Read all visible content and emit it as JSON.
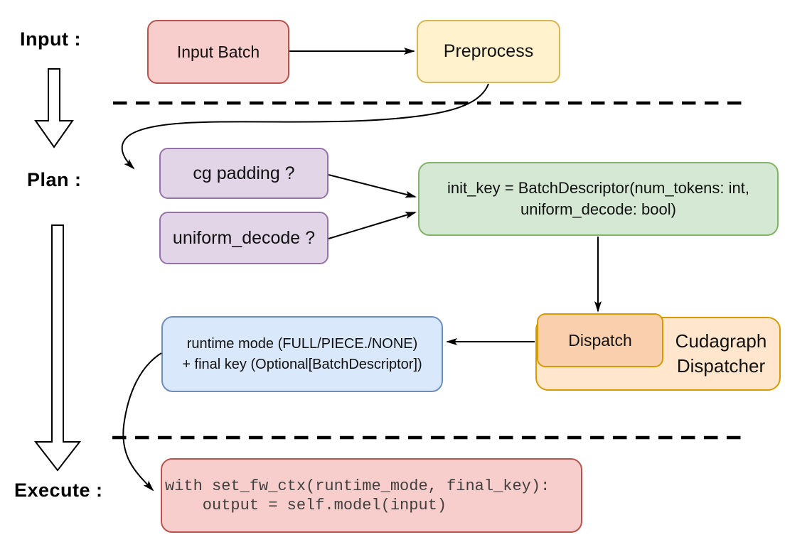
{
  "stages": {
    "input_label": "Input :",
    "plan_label": "Plan :",
    "execute_label": "Execute :"
  },
  "nodes": {
    "input_batch": {
      "label": "Input Batch",
      "fill": "#f8cecc",
      "stroke": "#b85450",
      "text_color": "#111111"
    },
    "preprocess": {
      "label": "Preprocess",
      "fill": "#fff2cc",
      "stroke": "#d6b656",
      "text_color": "#111111"
    },
    "cg_padding": {
      "label": "cg padding ?",
      "fill": "#e1d5e7",
      "stroke": "#9673a6",
      "text_color": "#111111"
    },
    "uniform_decode": {
      "label": "uniform_decode ?",
      "fill": "#e1d5e7",
      "stroke": "#9673a6",
      "text_color": "#111111"
    },
    "init_key": {
      "label": "init_key = BatchDescriptor(num_tokens: int,\nuniform_decode: bool)",
      "fill": "#d5e8d4",
      "stroke": "#82b366",
      "text_color": "#111111"
    },
    "dispatch": {
      "label": "Dispatch",
      "fill": "#f9cfad",
      "stroke": "#d79b00",
      "text_color": "#111111"
    },
    "cudagraph_dispatcher": {
      "label": "Cudagraph\nDispatcher",
      "fill": "#ffe6cc",
      "stroke": "#d79b00",
      "text_color": "#111111"
    },
    "runtime_mode": {
      "label": "runtime mode (FULL/PIECE./NONE)\n+ final key (Optional[BatchDescriptor])",
      "fill": "#dae8fc",
      "stroke": "#6c8ebf",
      "text_color": "#111111"
    },
    "execute_code": {
      "label": "with set_fw_ctx(runtime_mode, final_key):\n    output = self.model(input)",
      "fill": "#f8cecc",
      "stroke": "#b85450",
      "text_color": "#404040"
    }
  },
  "connector_color": "#000000",
  "divider_color": "#000000"
}
